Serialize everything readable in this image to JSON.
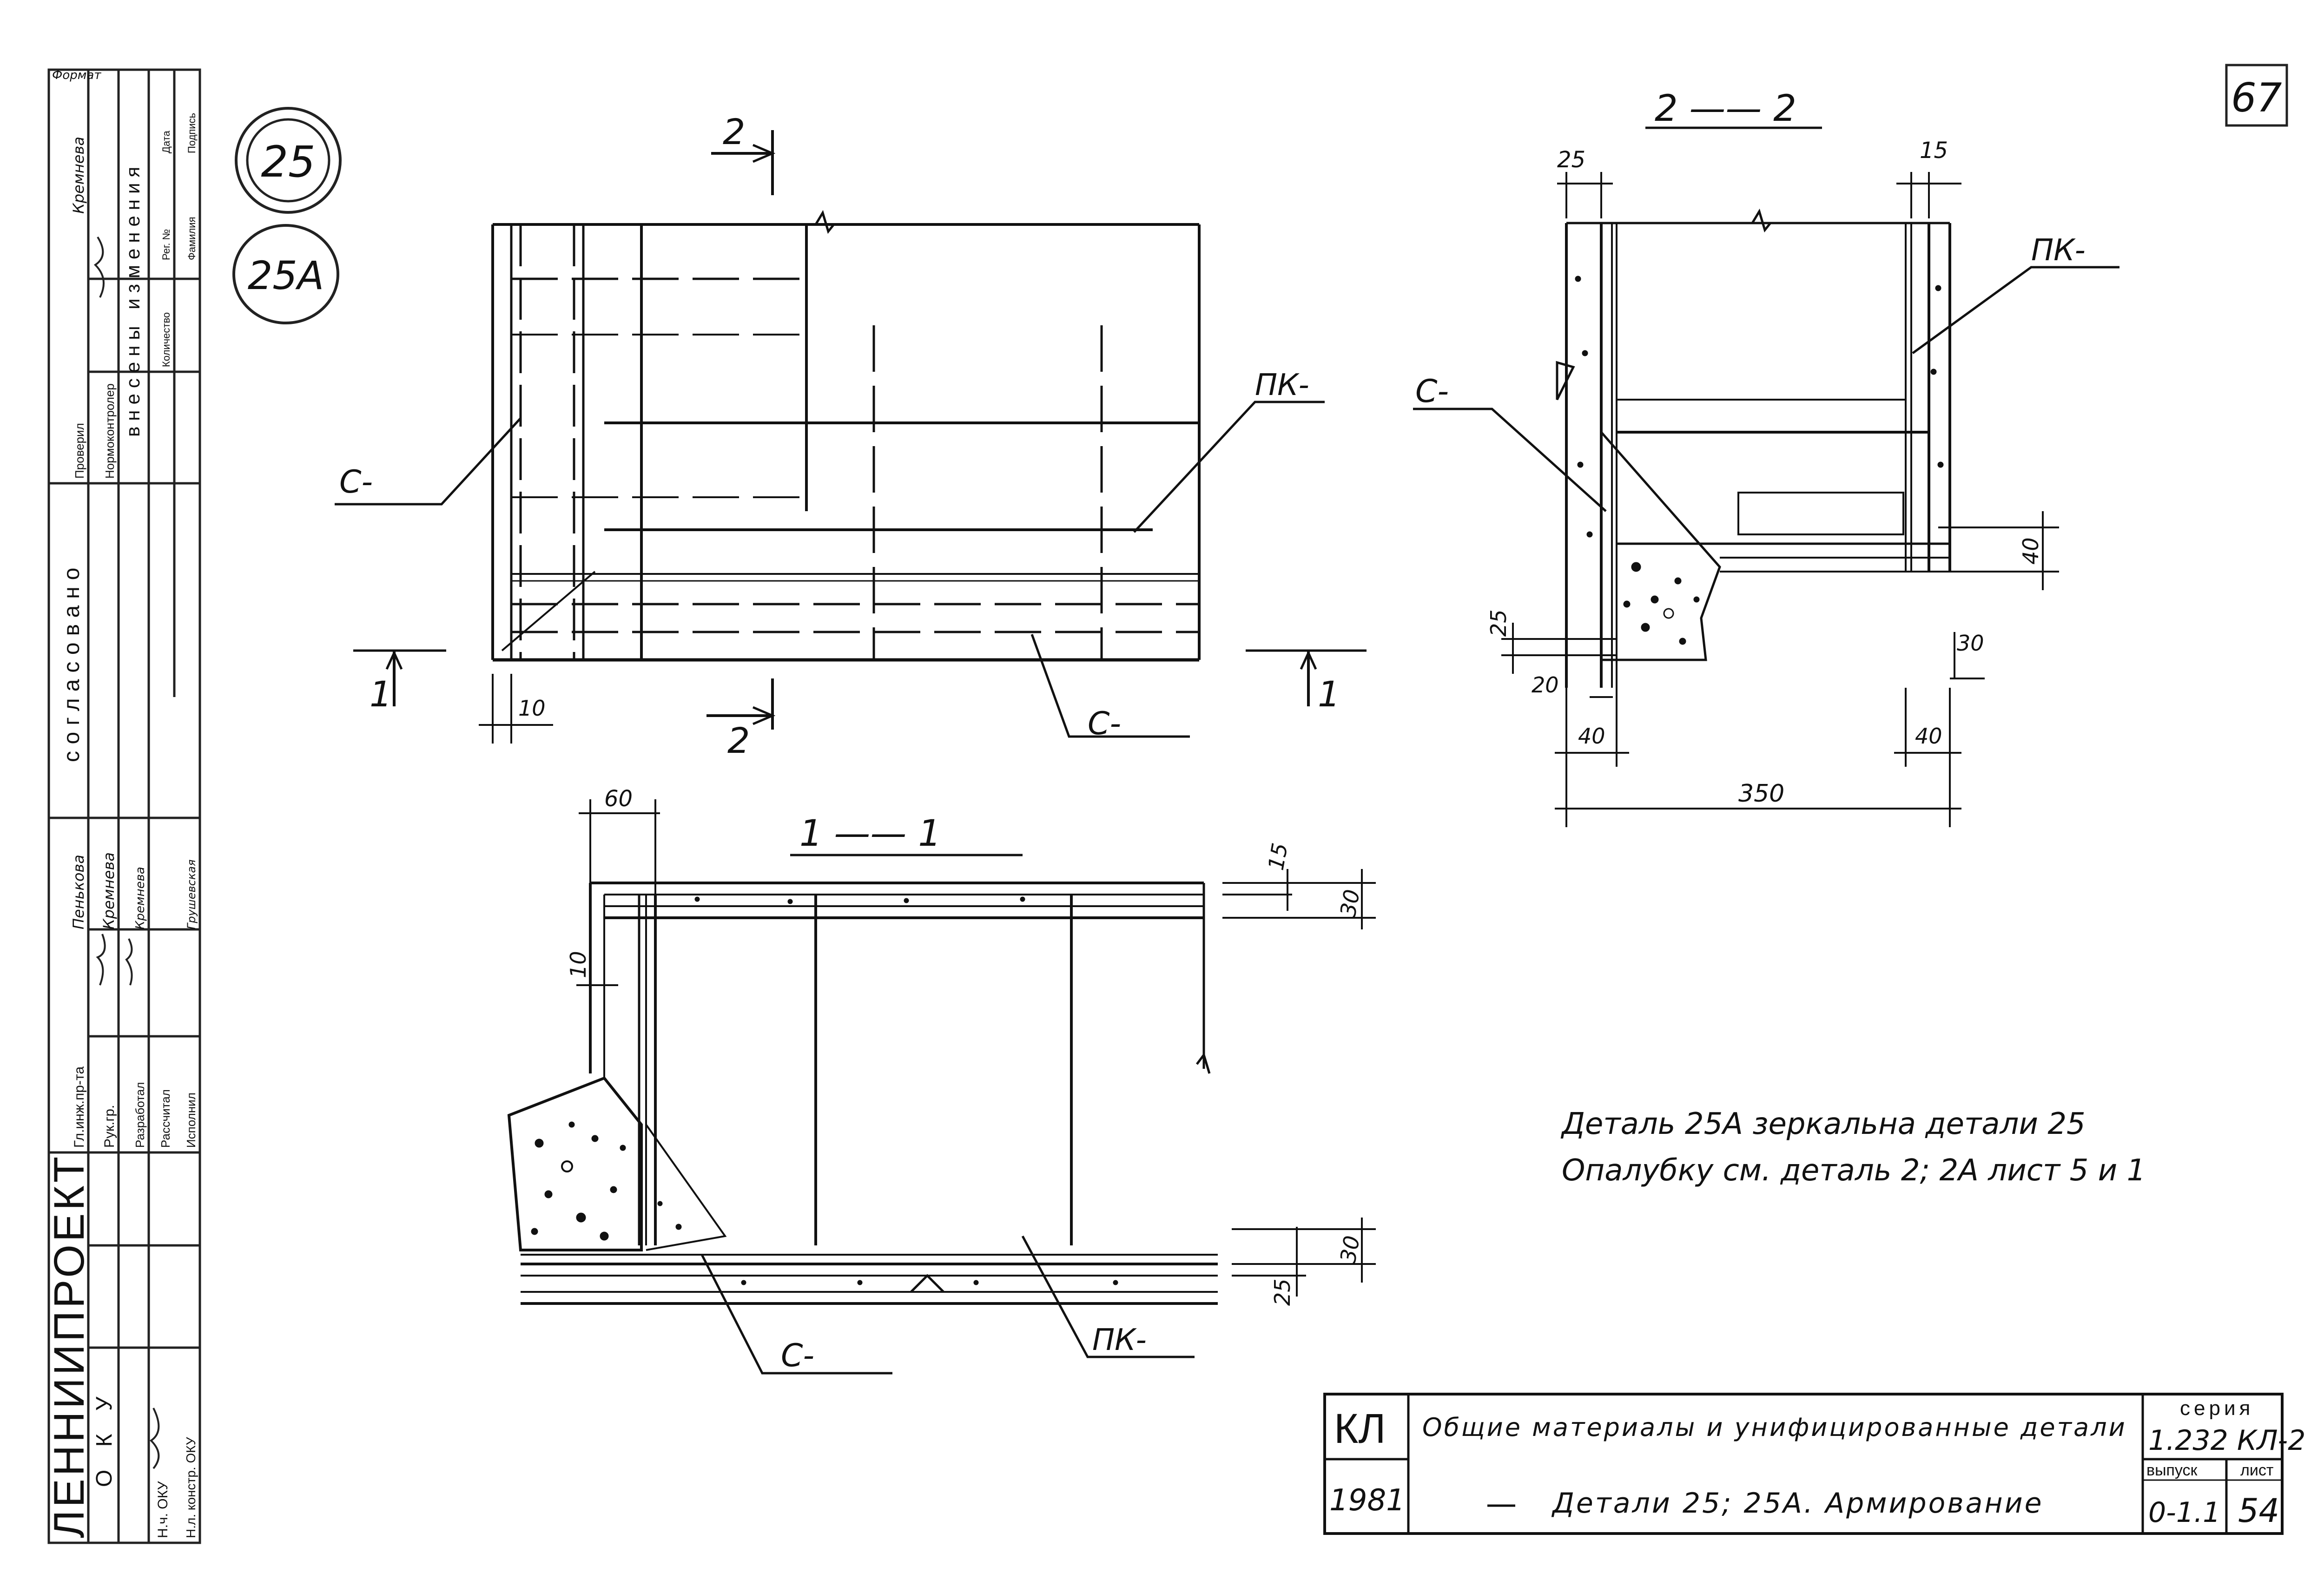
{
  "sheet": {
    "page_number": "67",
    "format_label": "Формат"
  },
  "markers": {
    "detail_a": "25",
    "detail_b": "25А"
  },
  "plan_view": {
    "section_mark": "2",
    "section_mark_bottom": "2",
    "end_mark_left": "1",
    "end_mark_right": "1",
    "label_c_left": "С-",
    "label_pk": "ПК-",
    "label_c_bottom": "С-",
    "dim_10": "10"
  },
  "section_2_2": {
    "title": "2 —— 2",
    "dim_25_top": "25",
    "dim_15_top": "15",
    "label_pk": "ПК-",
    "label_c": "С-",
    "dim_40_right": "40",
    "dim_25_left": "25",
    "dim_30": "30",
    "dim_20": "20",
    "dim_40_bl": "40",
    "dim_40_br": "40",
    "dim_350": "350"
  },
  "section_1_1": {
    "title": "1 —— 1",
    "dim_60": "60",
    "dim_10": "10",
    "dim_15": "15",
    "dim_30_top": "30",
    "dim_30_bottom": "30",
    "dim_25": "25",
    "label_c": "С-",
    "label_pk": "ПК-"
  },
  "notes": {
    "line1": "Деталь 25А зеркальна детали 25",
    "line2": "Опалубку см. деталь 2; 2А лист 5 и 1"
  },
  "title_block": {
    "code": "КЛ",
    "year": "1981",
    "title": "Общие материалы и унифицированные детали",
    "subtitle": "Детали 25; 25А. Армирование",
    "series_label": "серия",
    "series_value": "1.232 КЛ-2",
    "issue_label": "выпуск",
    "issue_value": "0-1.1",
    "sheet_label": "лист",
    "sheet_value": "54"
  },
  "side_block": {
    "org": "ЛЕННИИПРОЕКТ",
    "dept": "О К У",
    "approved_label": "согласовано",
    "changes_label": "внесены изменения",
    "row_chief_engineer": "Гл.инж.пр-та",
    "row_group_head": "Рук.гр.",
    "row_developed": "Разработал",
    "row_calculated": "Рассчитал",
    "row_executed": "Исполнил",
    "row_checked": "Проверил",
    "row_norm_control": "Нормоконтролер",
    "row_dept_head": "Н.ч. ОКУ",
    "row_construction_head": "Н.л. констр. ОКУ",
    "name_penkova": "Пенькова",
    "name_kremneva_1": "Кремнева",
    "name_kremneva_2": "Кремнева",
    "name_kremneva_3": "Кремнева",
    "name_grushevskaya": "Грушевская",
    "col_date": "Дата",
    "col_reg": "Рег. №",
    "col_count": "Количество",
    "col_sign": "Подпись",
    "col_surname": "Фамилия"
  }
}
